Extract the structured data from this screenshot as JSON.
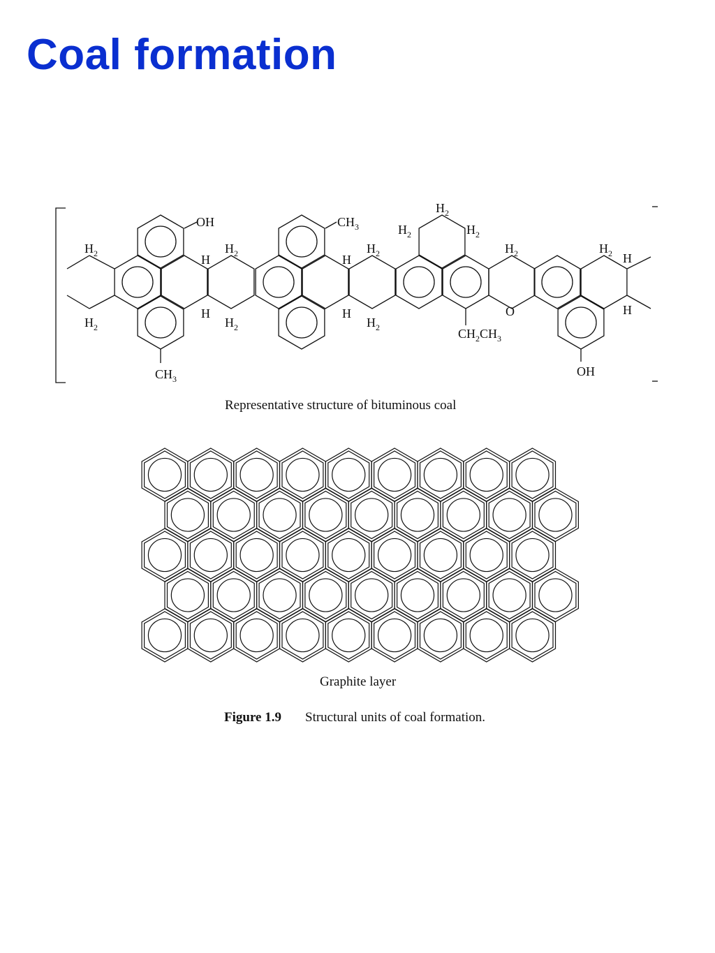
{
  "title": "Coal formation",
  "colors": {
    "title": "#0a2fd0",
    "ink": "#111111"
  },
  "bituminous": {
    "caption": "Representative structure of bituminous coal",
    "labels": {
      "oh_top": "OH",
      "ch3_top": "CH",
      "ch3_top_sub": "3",
      "h2_ring_top": "H",
      "h2_ring_top_sub": "2",
      "h2_ring_left": "H",
      "h2_ring_left_sub": "2",
      "h2_ring_right": "H",
      "h2_ring_right_sub": "2",
      "h2_a_top": "H",
      "h2_a_top_sub": "2",
      "h2_a_bot": "H",
      "h2_a_bot_sub": "2",
      "h_b_top": "H",
      "h_b_bot": "H",
      "h2_c_top": "H",
      "h2_c_top_sub": "2",
      "h2_c_bot": "H",
      "h2_c_bot_sub": "2",
      "h_d_top": "H",
      "h_d_bot": "H",
      "h2_e_top": "H",
      "h2_e_top_sub": "2",
      "h2_e_bot": "H",
      "h2_e_bot_sub": "2",
      "h2_f_top": "H",
      "h2_f_top_sub": "2",
      "o_bridge": "O",
      "ethyl": "CH",
      "ethyl_sub1": "2",
      "ethyl_mid": "CH",
      "ethyl_sub2": "3",
      "h2_g_top": "H",
      "h2_g_top_sub": "2",
      "h_g_top": "H",
      "h_g_bot": "H",
      "ch3_bot": "CH",
      "ch3_bot_sub": "3",
      "oh_bot": "OH"
    }
  },
  "graphite": {
    "caption": "Graphite layer",
    "rows": 5,
    "cols": 9
  },
  "figure": {
    "number": "Figure 1.9",
    "caption": "Structural units of coal formation."
  }
}
